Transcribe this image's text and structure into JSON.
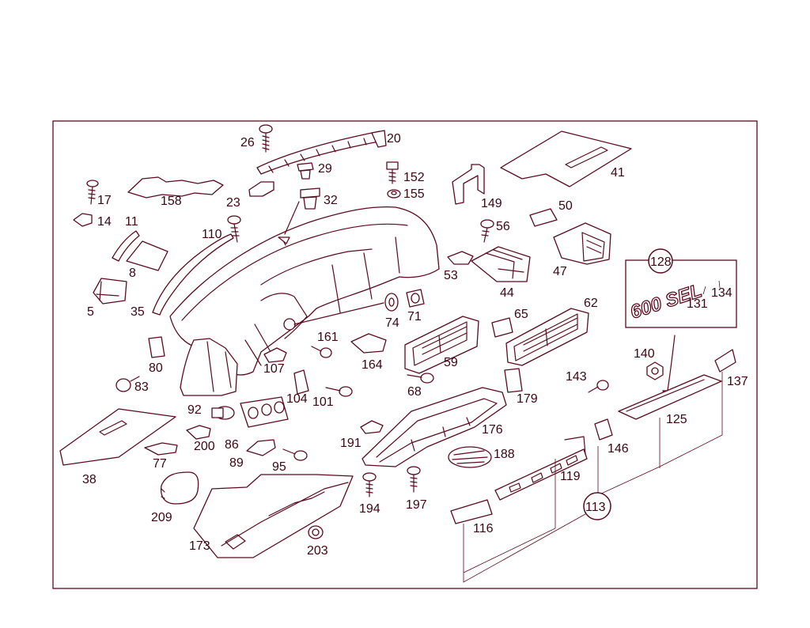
{
  "badge_text": "600 SEL",
  "colors": {
    "line": "#5a0a1e",
    "text": "#3a0614",
    "background": "#ffffff"
  },
  "labels": {
    "l5": "5",
    "l8": "8",
    "l11": "11",
    "l14": "14",
    "l17": "17",
    "l20": "20",
    "l23": "23",
    "l26": "26",
    "l29": "29",
    "l32": "32",
    "l35": "35",
    "l38": "38",
    "l41": "41",
    "l44": "44",
    "l47": "47",
    "l50": "50",
    "l53": "53",
    "l56": "56",
    "l59": "59",
    "l62": "62",
    "l65": "65",
    "l68": "68",
    "l71": "71",
    "l74": "74",
    "l77": "77",
    "l80": "80",
    "l83": "83",
    "l86": "86",
    "l89": "89",
    "l92": "92",
    "l95": "95",
    "l101": "101",
    "l104": "104",
    "l107": "107",
    "l110": "110",
    "l113": "113",
    "l116": "116",
    "l119": "119",
    "l125": "125",
    "l128": "128",
    "l131": "131",
    "l134": "134",
    "l137": "137",
    "l140": "140",
    "l143": "143",
    "l146": "146",
    "l149": "149",
    "l152": "152",
    "l155": "155",
    "l158": "158",
    "l161": "161",
    "l164": "164",
    "l173": "173",
    "l176": "176",
    "l179": "179",
    "l188": "188",
    "l191": "191",
    "l194": "194",
    "l197": "197",
    "l200": "200",
    "l203": "203",
    "l209": "209"
  }
}
